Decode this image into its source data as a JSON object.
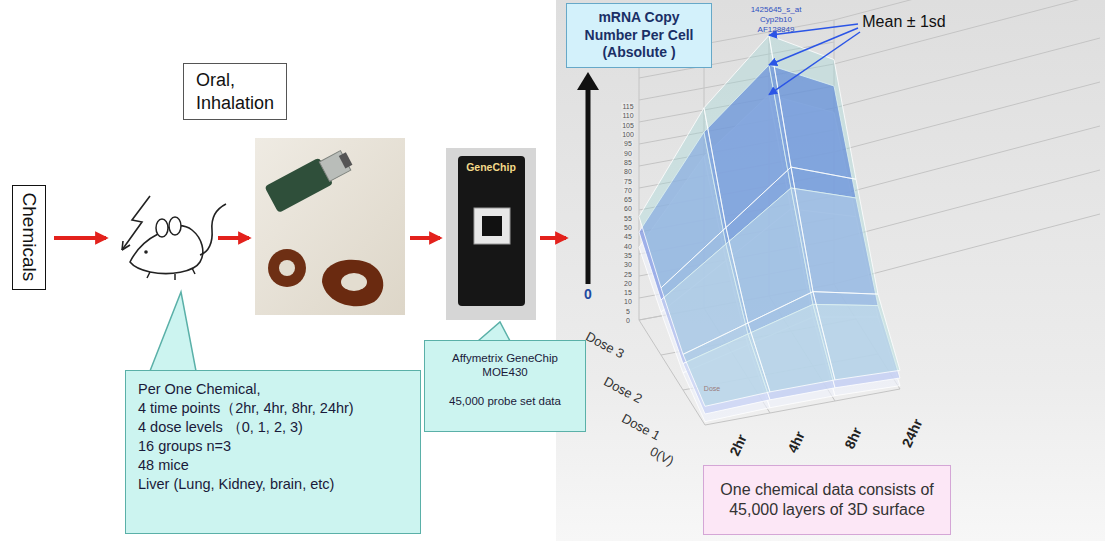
{
  "diagram": {
    "nodes": [
      {
        "text": [
          "Chemicals"
        ]
      },
      {
        "text": [
          "Oral, Inhalation"
        ]
      },
      {
        "text": [
          "Per One Chemical,",
          "4 time points（2hr, 4hr, 8hr, 24hr)",
          "4 dose levels （0, 1, 2, 3)",
          "16 groups n=3",
          "48 mice",
          "Liver (Lung, Kidney, brain, etc)"
        ]
      },
      {
        "text": [
          "Affymetrix GeneChip MOE430",
          "45,000 probe set data"
        ]
      },
      {
        "text": [
          "mRNA Copy Number Per Cell (Absolute )"
        ]
      },
      {
        "text": [
          "One chemical data consists of 45,000 layers of 3D surface"
        ]
      }
    ],
    "labels": [
      "GeneChip",
      "1425645_s_at",
      "Cyp2b10",
      "AF128849",
      "Mean ± 1sd",
      "0",
      "0",
      "5",
      "10",
      "15",
      "20",
      "25",
      "30",
      "35",
      "40",
      "45",
      "50",
      "55",
      "60",
      "65",
      "70",
      "75",
      "80",
      "85",
      "90",
      "95",
      "100",
      "105",
      "110",
      "115",
      "Dose",
      "Dose 3",
      "Dose 2",
      "Dose 1",
      "0(V)",
      "2hr",
      "4hr",
      "8hr",
      "24hr"
    ]
  }
}
